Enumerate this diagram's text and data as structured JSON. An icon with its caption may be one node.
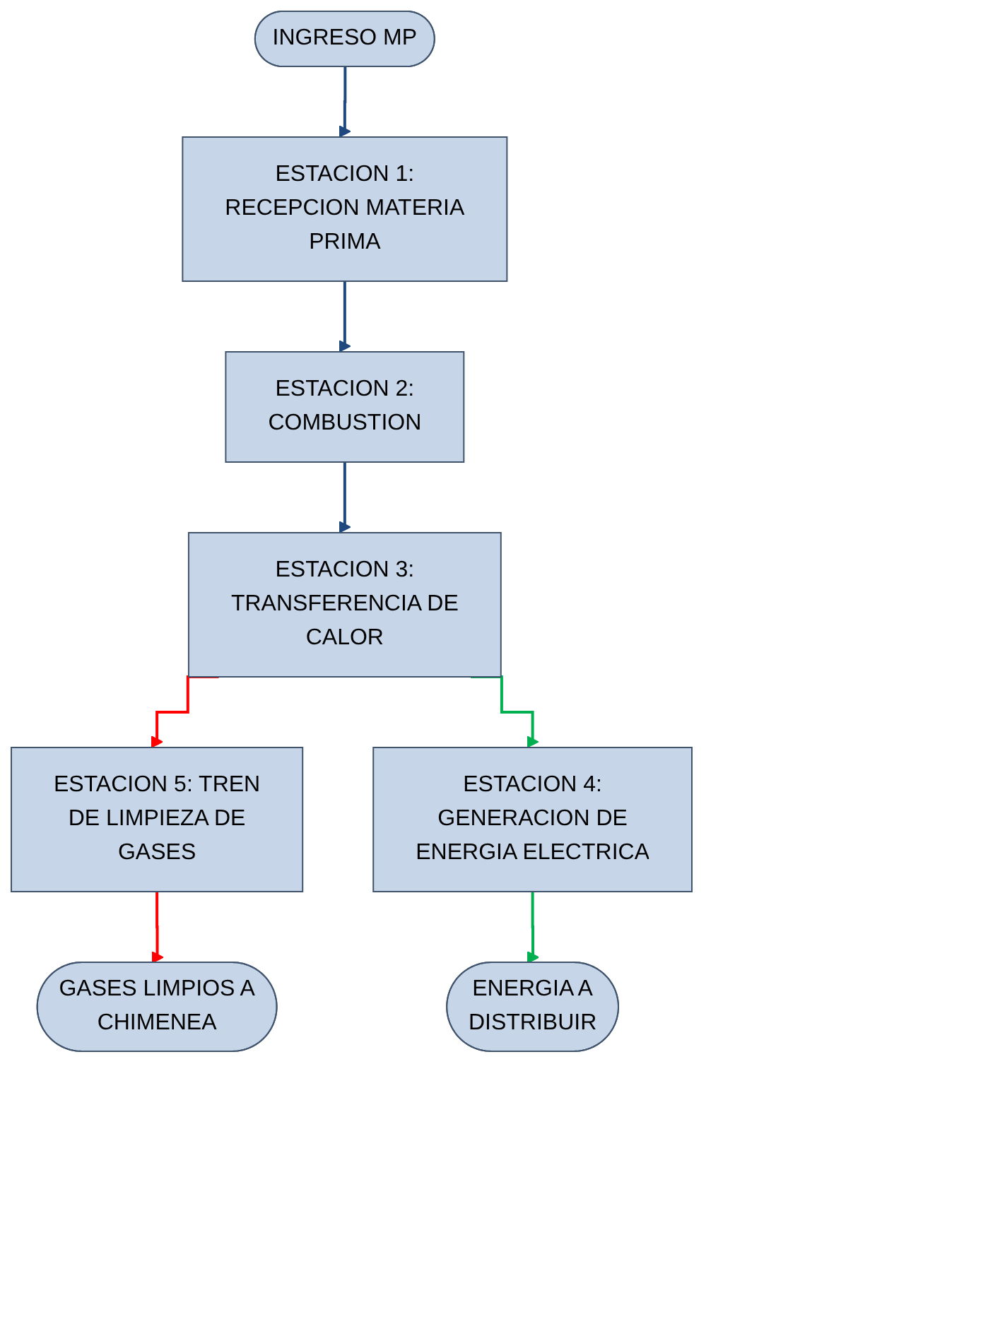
{
  "diagram": {
    "nodes": [
      {
        "text": [
          "INGRESO MP"
        ]
      },
      {
        "text": [
          "ESTACION 1: RECEPCION MATERIA PRIMA"
        ]
      },
      {
        "text": [
          "ESTACION 2: COMBUSTION"
        ]
      },
      {
        "text": [
          "ESTACION 3: TRANSFERENCIA DE CALOR"
        ]
      },
      {
        "text": [
          "ESTACION 5: TREN DE LIMPIEZA DE GASES"
        ]
      },
      {
        "text": [
          "ESTACION 4: GENERACION DE ENERGIA ELECTRICA"
        ]
      },
      {
        "text": [
          "GASES LIMPIOS A CHIMENEA"
        ]
      },
      {
        "text": [
          "ENERGIA A DISTRIBUIR"
        ]
      }
    ],
    "edges": [
      {
        "from": 0,
        "to": 1,
        "arrow": "to",
        "color": "#1f497d"
      },
      {
        "from": 1,
        "to": 2,
        "arrow": "to",
        "color": "#1f497d"
      },
      {
        "from": 2,
        "to": 3,
        "arrow": "to",
        "color": "#1f497d"
      },
      {
        "from": 3,
        "to": 4,
        "arrow": "to",
        "color": "#ff0000"
      },
      {
        "from": 3,
        "to": 5,
        "arrow": "to",
        "color": "#00b050"
      },
      {
        "from": 4,
        "to": 6,
        "arrow": "to",
        "color": "#ff0000"
      },
      {
        "from": 5,
        "to": 7,
        "arrow": "to",
        "color": "#00b050"
      }
    ]
  }
}
